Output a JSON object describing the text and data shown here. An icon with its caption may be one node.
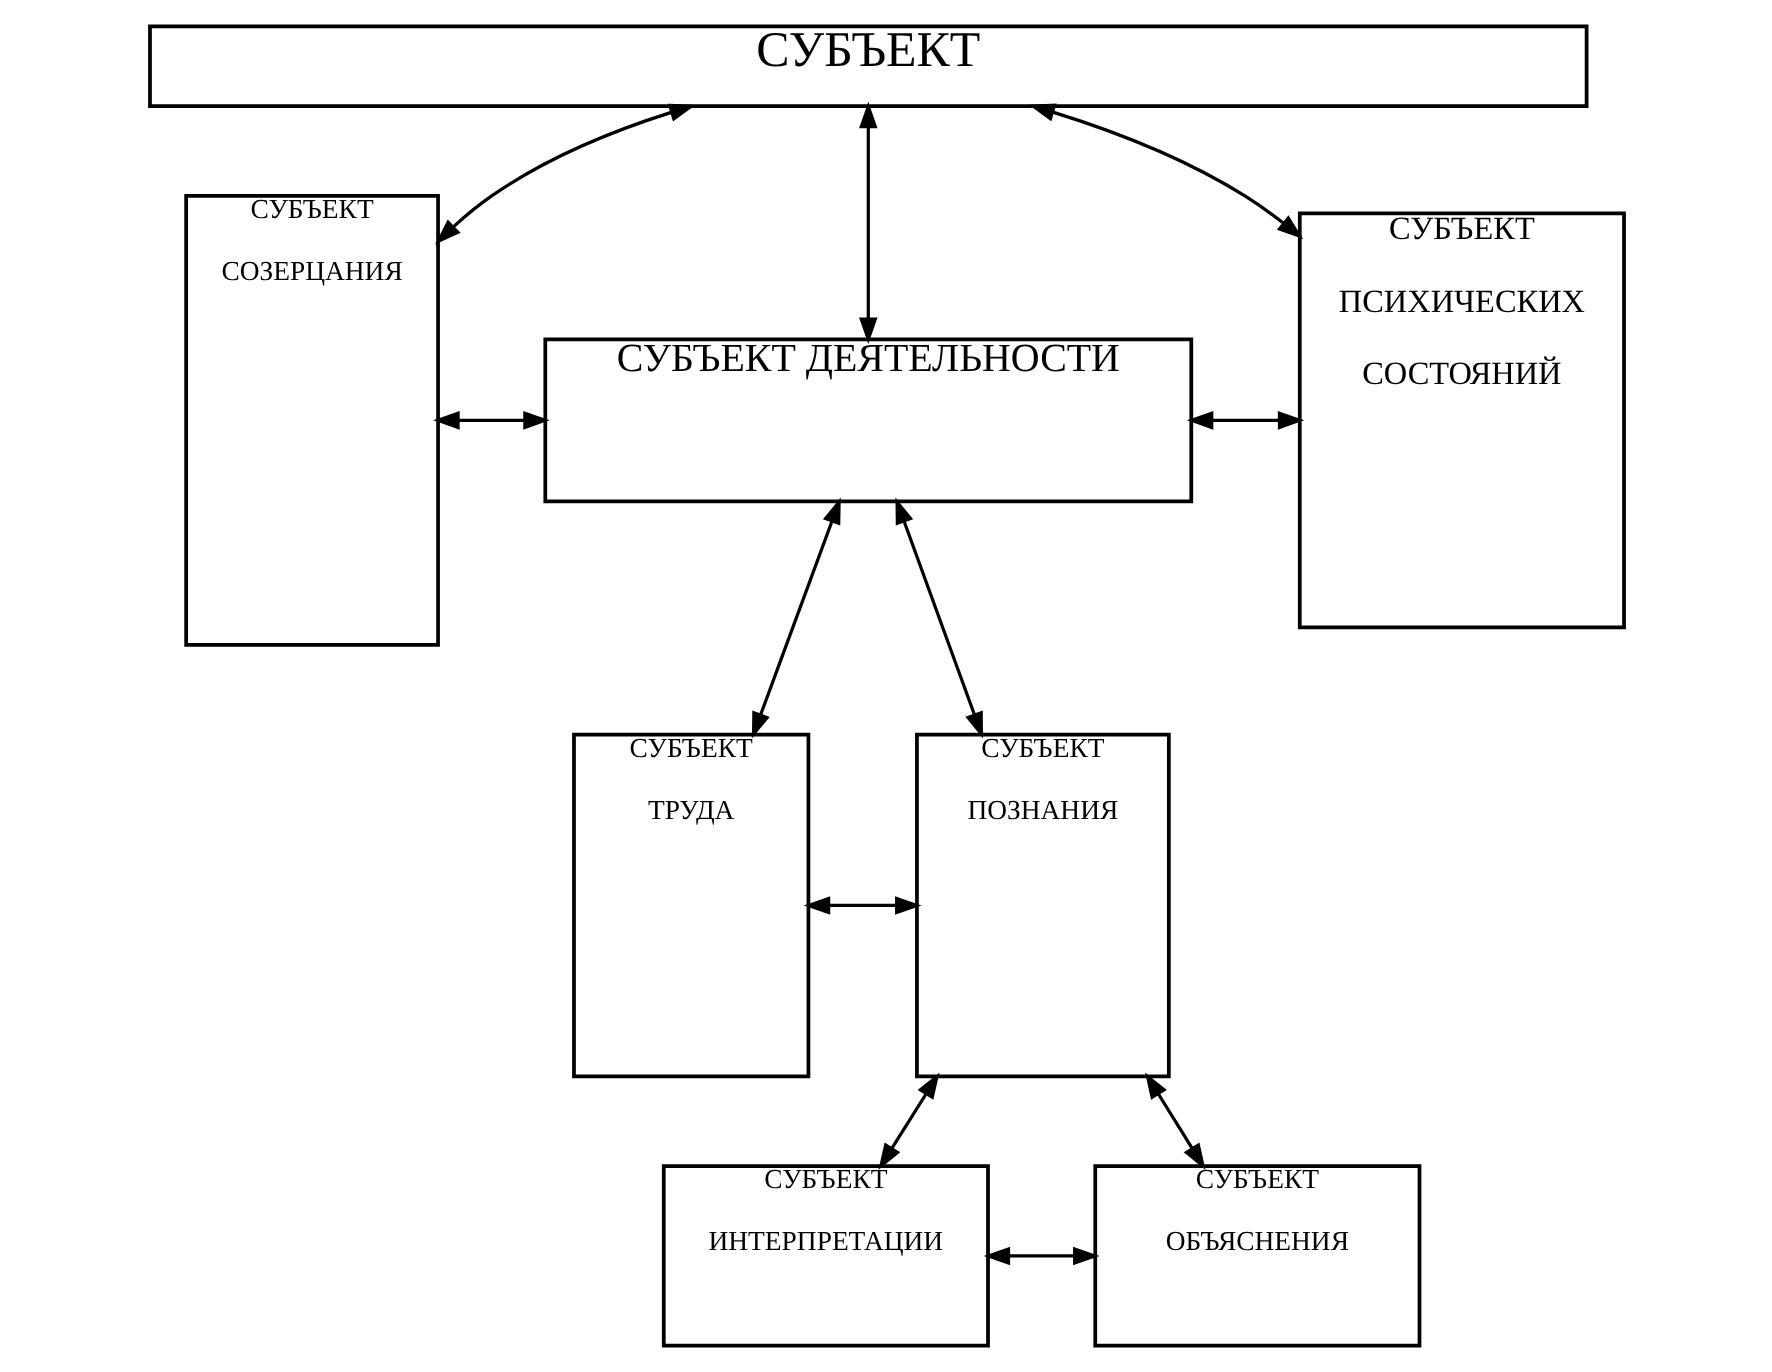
{
  "diagram": {
    "nodes": [
      {
        "text": [
          "СУБЪЕКТ"
        ]
      },
      {
        "text": [
          "СУБЪЕКТ СОЗЕРЦАНИЯ"
        ]
      },
      {
        "text": [
          "СУБЪЕКТ ДЕЯТЕЛЬНОСТИ"
        ]
      },
      {
        "text": [
          "СУБЪЕКТ ПСИХИЧЕСКИХ СОСТОЯНИЙ"
        ]
      },
      {
        "text": [
          "СУБЪЕКТ ТРУДА"
        ]
      },
      {
        "text": [
          "СУБЪЕКТ ПОЗНАНИЯ"
        ]
      },
      {
        "text": [
          "СУБЪЕКТ ИНТЕРПРЕТАЦИИ"
        ]
      },
      {
        "text": [
          "СУБЪЕКТ ОБЪЯСНЕНИЯ"
        ]
      }
    ],
    "edges": [
      {
        "from": 0,
        "to": 1,
        "arrow": "both"
      },
      {
        "from": 0,
        "to": 2,
        "arrow": "both"
      },
      {
        "from": 0,
        "to": 3,
        "arrow": "both"
      },
      {
        "from": 1,
        "to": 2,
        "arrow": "both"
      },
      {
        "from": 2,
        "to": 3,
        "arrow": "both"
      },
      {
        "from": 2,
        "to": 4,
        "arrow": "both"
      },
      {
        "from": 2,
        "to": 5,
        "arrow": "both"
      },
      {
        "from": 4,
        "to": 5,
        "arrow": "both"
      },
      {
        "from": 5,
        "to": 6,
        "arrow": "both"
      },
      {
        "from": 5,
        "to": 7,
        "arrow": "both"
      },
      {
        "from": 6,
        "to": 7,
        "arrow": "both"
      }
    ]
  }
}
